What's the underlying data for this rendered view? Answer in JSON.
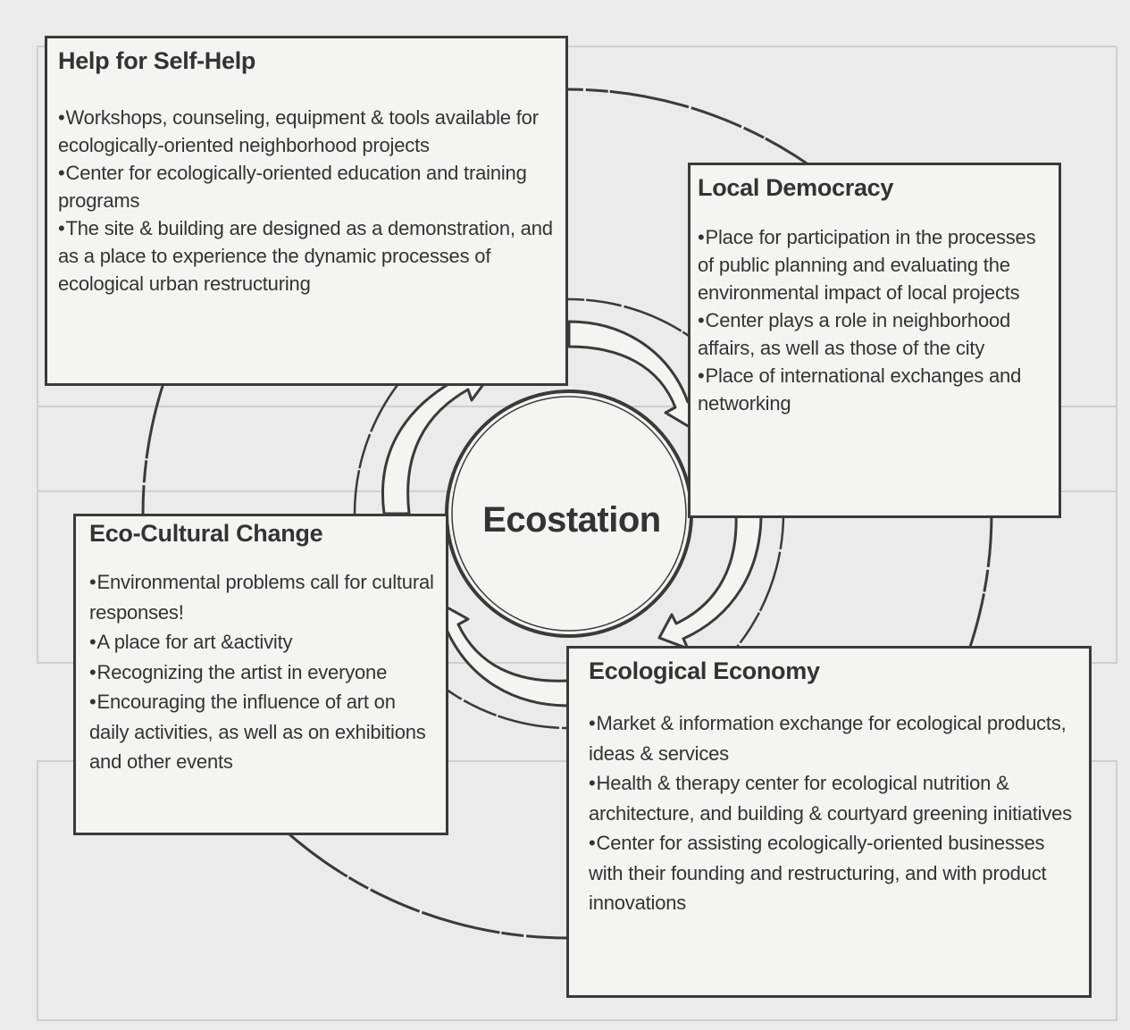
{
  "center": {
    "title": "Ecostation"
  },
  "boxes": {
    "self_help": {
      "title": "Help for Self-Help",
      "items": [
        "Workshops, counseling, equipment & tools available for ecologically-oriented neighborhood projects",
        "Center for ecologically-oriented education and training programs",
        "The site & building are designed as a demonstration, and as a place to experience the dynamic processes of ecological urban restructuring"
      ]
    },
    "democracy": {
      "title": "Local Democracy",
      "items": [
        "Place for participation in the processes of public planning and evaluating the environmental impact of local projects",
        "Center plays a role in neighborhood affairs, as well as those of the city",
        "Place of international exchanges and networking"
      ]
    },
    "eco_culture": {
      "title": "Eco-Cultural Change",
      "items": [
        "Environmental problems call for cultural responses!",
        "A place for art &activity",
        "Recognizing the artist in everyone",
        "Encouraging the influence of art on daily activities, as well as on exhibitions and other events"
      ]
    },
    "eco_economy": {
      "title": "Ecological Economy",
      "items": [
        "Market & information exchange for ecological products, ideas & services",
        "Health & therapy center for ecological nutrition & architecture, and building & courtyard greening initiatives",
        "Center for assisting ecologically-oriented businesses with their founding and restructuring, and with product innovations"
      ]
    }
  }
}
